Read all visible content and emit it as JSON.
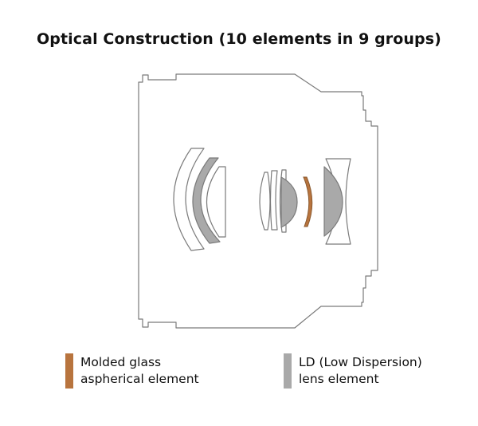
{
  "title": "Optical Construction (10 elements in 9 groups)",
  "colors": {
    "outline": "#7a7a7a",
    "ld_element": "#a9a9a9",
    "molded_aspherical_element": "#b8743e",
    "background": "#ffffff"
  },
  "legend": [
    {
      "key": "molded",
      "color": "#b8743e",
      "line1": "Molded glass",
      "line2": "aspherical element"
    },
    {
      "key": "ld",
      "color": "#a9a9a9",
      "line1": "LD (Low Dispersion)",
      "line2": "lens element"
    }
  ]
}
